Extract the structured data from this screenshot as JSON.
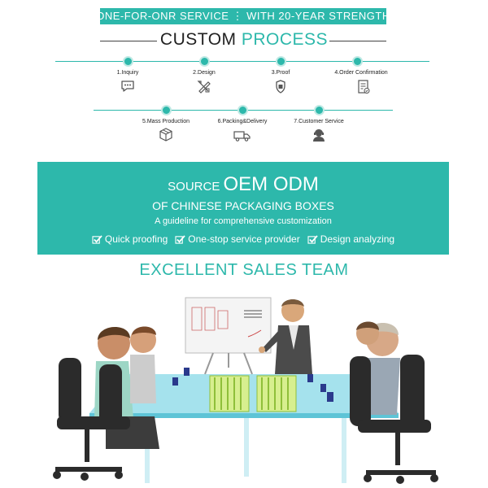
{
  "header": {
    "banner": "ONE-FOR-ONR SERVICE ⋮ WITH 20-YEAR STRENGTH",
    "title_main": "CUSTOM ",
    "title_highlight": "PROCESS"
  },
  "steps": [
    {
      "label": "1.Inquiry",
      "icon": "chat-icon"
    },
    {
      "label": "2.Design",
      "icon": "design-tools-icon"
    },
    {
      "label": "3.Proof",
      "icon": "shield-icon"
    },
    {
      "label": "4.Order Confirmation",
      "icon": "document-check-icon"
    },
    {
      "label": "5.Mass Production",
      "icon": "package-icon"
    },
    {
      "label": "6.Packing&Delivery",
      "icon": "truck-icon"
    },
    {
      "label": "7.Customer Service",
      "icon": "headset-person-icon"
    }
  ],
  "promo": {
    "line1_small": "SOURCE ",
    "line1_big": "OEM ODM",
    "line2": "OF CHINESE PACKAGING BOXES",
    "line3": "A guideline for comprehensive customization",
    "features": [
      "Quick proofing",
      "One-stop service provider",
      "Design analyzing"
    ]
  },
  "sales": {
    "title": "EXCELLENT SALES TEAM",
    "scene": "sales-team-meeting-illustration"
  },
  "colors": {
    "accent": "#2db8ab",
    "text": "#222222"
  }
}
